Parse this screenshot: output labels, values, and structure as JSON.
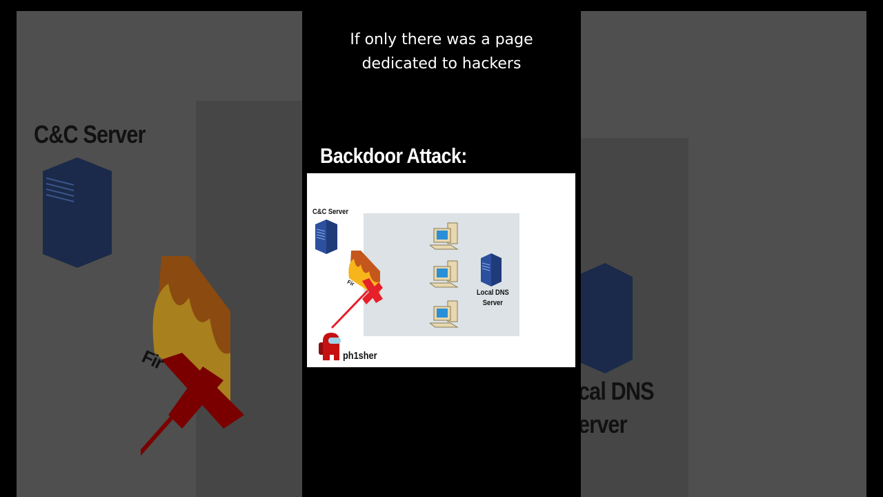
{
  "caption": {
    "line1": "If only there was a page",
    "line2": "dedicated to hackers"
  },
  "title": "Backdoor Attack:",
  "diagram": {
    "cc_server_label": "C&C Server",
    "dns_label_line1": "Local DNS",
    "dns_label_line2": "Server",
    "firewall_label": "Fir",
    "attacker_label": "ph1sher",
    "colors": {
      "server": "#2c4f9e",
      "lan_bg": "#dce2e5",
      "block_x": "#e5202a",
      "crewmate": "#c51111"
    }
  },
  "background_left": {
    "label": "C&C Server",
    "firewall_label": "Fir"
  },
  "background_right": {
    "label_line1": "cal DNS",
    "label_line2": "erver"
  }
}
